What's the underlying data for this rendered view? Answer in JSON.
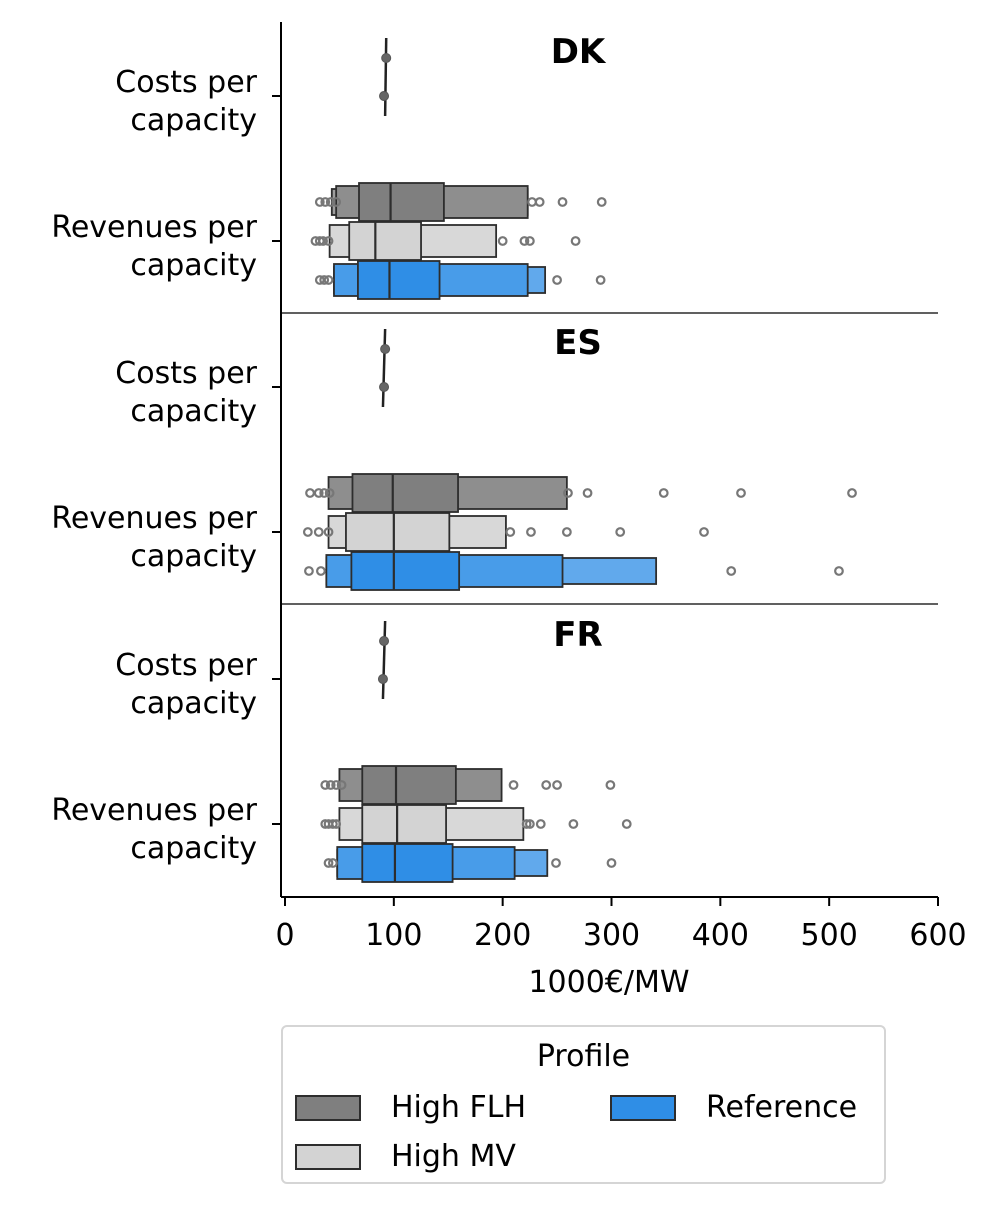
{
  "chart_data": {
    "type": "boxen",
    "orientation": "horizontal",
    "xlabel": "1000€/MW",
    "xlim": [
      0,
      600
    ],
    "xticks": [
      0,
      100,
      200,
      300,
      400,
      500,
      600
    ],
    "categories": [
      "Costs per capacity",
      "Revenues per capacity"
    ],
    "category_labels": [
      [
        "Costs per",
        "capacity"
      ],
      [
        "Revenues per",
        "capacity"
      ]
    ],
    "legend": {
      "title": "Profile",
      "placement": "bottom-center",
      "entries": [
        "High FLH",
        "High MV",
        "Reference"
      ]
    },
    "colors": {
      "High FLH": "#7f7f7f",
      "High MV": "#d3d3d3",
      "Reference": "#2f8ee6"
    },
    "panels": [
      {
        "title": "DK",
        "costs": {
          "low": 92,
          "high": 93,
          "points": [
            93,
            91
          ]
        },
        "revenues": [
          {
            "series": "High FLH",
            "median": 97,
            "boxes": [
              [
                68,
                146
              ],
              [
                47,
                223
              ],
              [
                43,
                223
              ]
            ],
            "outliers": [
              32,
              37,
              42,
              47,
              227,
              234,
              255,
              291
            ]
          },
          {
            "series": "High MV",
            "median": 83,
            "boxes": [
              [
                59,
                125
              ],
              [
                41,
                194
              ]
            ],
            "outliers": [
              28,
              32,
              35,
              40,
              200,
              220,
              225,
              267
            ]
          },
          {
            "series": "Reference",
            "median": 96,
            "boxes": [
              [
                67,
                142
              ],
              [
                45,
                223
              ],
              [
                45,
                239
              ]
            ],
            "outliers": [
              32,
              36,
              40,
              250,
              290
            ]
          }
        ]
      },
      {
        "title": "ES",
        "costs": {
          "low": 90,
          "high": 92,
          "points": [
            92,
            91
          ]
        },
        "revenues": [
          {
            "series": "High FLH",
            "median": 99,
            "boxes": [
              [
                62,
                159
              ],
              [
                40,
                259
              ]
            ],
            "outliers": [
              23,
              31,
              36,
              41,
              260,
              278,
              348,
              419,
              521
            ]
          },
          {
            "series": "High MV",
            "median": 100,
            "boxes": [
              [
                56,
                151
              ],
              [
                40,
                203
              ]
            ],
            "outliers": [
              21,
              31,
              40,
              207,
              226,
              259,
              308,
              385
            ]
          },
          {
            "series": "Reference",
            "median": 100,
            "boxes": [
              [
                61,
                160
              ],
              [
                38,
                255
              ],
              [
                38,
                341
              ]
            ],
            "outliers": [
              22,
              33,
              410,
              509
            ]
          }
        ]
      },
      {
        "title": "FR",
        "costs": {
          "low": 90,
          "high": 92,
          "points": [
            91,
            90
          ]
        },
        "revenues": [
          {
            "series": "High FLH",
            "median": 102,
            "boxes": [
              [
                71,
                157
              ],
              [
                50,
                199
              ]
            ],
            "outliers": [
              37,
              42,
              47,
              52,
              210,
              240,
              250,
              299
            ]
          },
          {
            "series": "High MV",
            "median": 103,
            "boxes": [
              [
                71,
                148
              ],
              [
                50,
                219
              ]
            ],
            "outliers": [
              37,
              40,
              44,
              47,
              222,
              225,
              235,
              265,
              314
            ]
          },
          {
            "series": "Reference",
            "median": 101,
            "boxes": [
              [
                71,
                154
              ],
              [
                48,
                211
              ],
              [
                48,
                241
              ]
            ],
            "outliers": [
              40,
              44,
              249,
              300
            ]
          }
        ]
      }
    ]
  }
}
